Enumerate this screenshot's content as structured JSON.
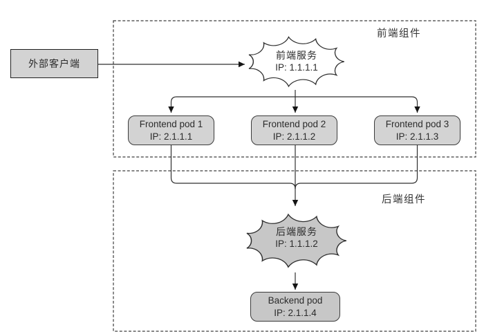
{
  "diagram": {
    "external_client": {
      "label": "外部客户端"
    },
    "frontend_group": {
      "label": "前端组件",
      "service": {
        "name": "前端服务",
        "ip": "IP: 1.1.1.1"
      },
      "pods": [
        {
          "name": "Frontend pod 1",
          "ip": "IP: 2.1.1.1"
        },
        {
          "name": "Frontend pod 2",
          "ip": "IP: 2.1.1.2"
        },
        {
          "name": "Frontend pod 3",
          "ip": "IP: 2.1.1.3"
        }
      ]
    },
    "backend_group": {
      "label": "后端组件",
      "service": {
        "name": "后端服务",
        "ip": "IP: 1.1.1.2"
      },
      "pod": {
        "name": "Backend pod",
        "ip": "IP: 2.1.1.4"
      }
    },
    "colors": {
      "background": "#ffffff",
      "frontend_node_fill": "#d3d3d3",
      "backend_node_fill": "#c7c7c7",
      "frontend_cloud_fill": "#ffffff",
      "line": "#2e2e2e"
    }
  }
}
